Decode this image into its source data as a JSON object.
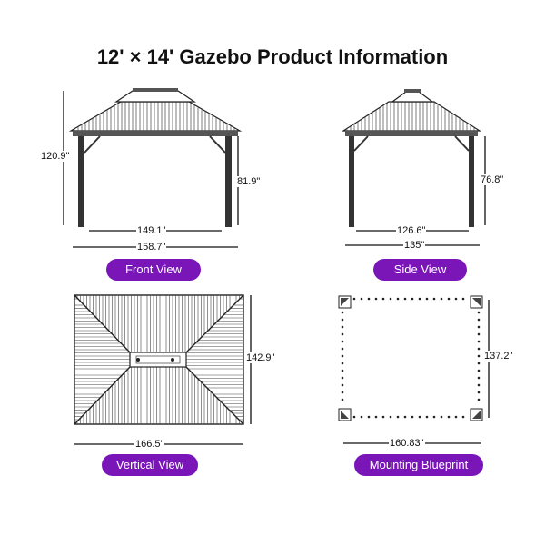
{
  "title": "12' × 14' Gazebo Product Information",
  "colors": {
    "accent": "#7a16b8",
    "line": "#222222",
    "roof": "#444444"
  },
  "views": {
    "front": {
      "label": "Front View",
      "height": "120.9\"",
      "post_height": "81.9\"",
      "inner_width": "149.1\"",
      "outer_width": "158.7\""
    },
    "side": {
      "label": "Side View",
      "post_height": "76.8\"",
      "inner_width": "126.6\"",
      "outer_width": "135\""
    },
    "vertical": {
      "label": "Vertical View",
      "depth": "142.9\"",
      "width": "166.5\""
    },
    "blueprint": {
      "label": "Mounting Blueprint",
      "depth": "137.2\"",
      "width": "160.83\""
    }
  }
}
